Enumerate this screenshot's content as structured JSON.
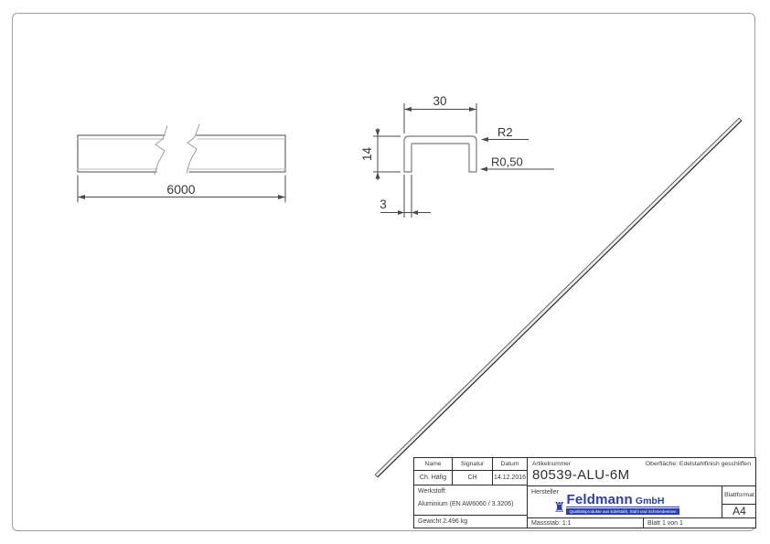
{
  "drawing": {
    "side_view": {
      "length": "6000"
    },
    "section": {
      "width": "30",
      "height": "14",
      "thickness": "3",
      "radius_outer": "R2",
      "radius_inner": "R0,50"
    }
  },
  "title_block": {
    "headers": {
      "name": "Name",
      "signatur": "Signatur",
      "datum": "Datum",
      "artikelnummer": "Artikelnummer",
      "oberflaeche": "Oberfläche:",
      "werkstoff": "Werkstoff:",
      "hersteller": "Hersteller",
      "blattformat": "Blattformat"
    },
    "values": {
      "name": "Ch. Häfig",
      "signatur": "CH",
      "datum": "14.12.2016",
      "artikelnummer": "80539-ALU-6M",
      "oberflaeche": "Edelstahlfinish geschliffen",
      "werkstoff": "Aluminium (EN AW6060 / 3.3206)",
      "blattformat": "A4",
      "gewicht": "Gewicht 2.496 kg",
      "massstab": "Massstab: 1:1",
      "blatt": "Blatt 1 von 1"
    }
  },
  "logo": {
    "brand": "Feldmann",
    "suffix": "GmbH",
    "tagline": "Qualitätsprodukte aus Edelstahl, Stahl und Schmiedeeisen",
    "brand_color": "#2c3cb4"
  }
}
